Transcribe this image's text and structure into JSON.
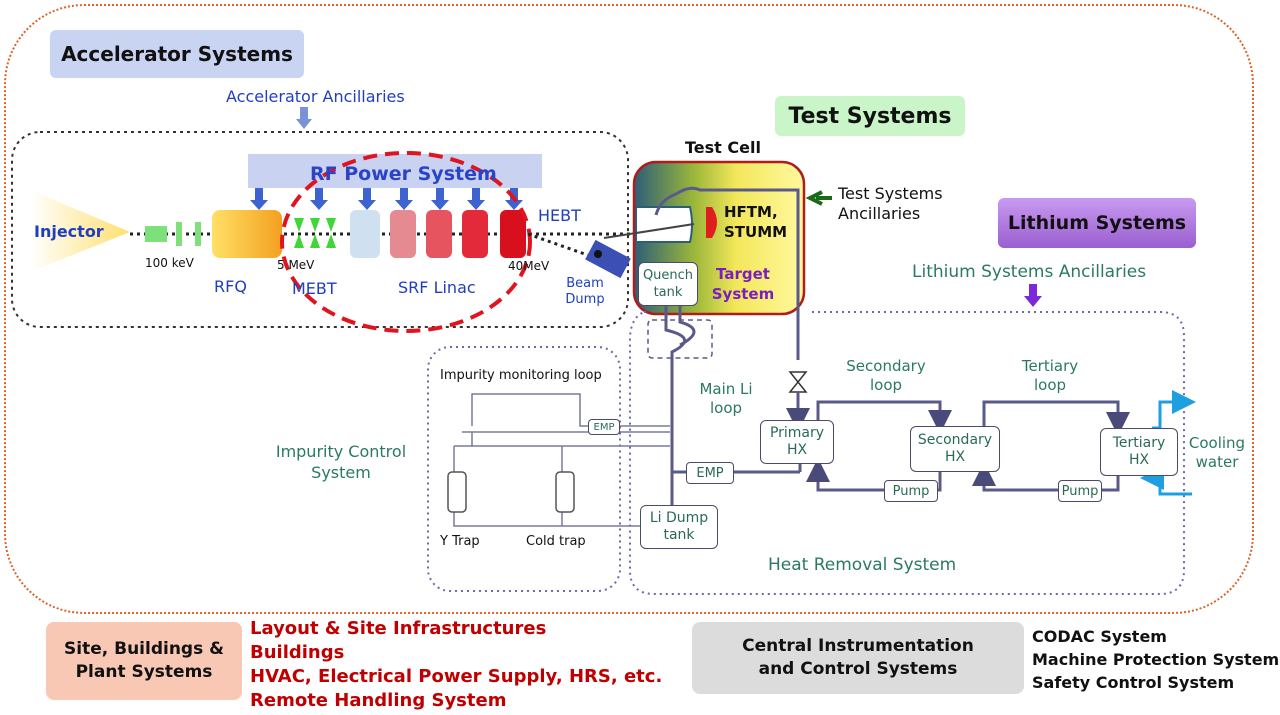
{
  "accelerator": {
    "title": "Accelerator Systems",
    "ancillaries": "Accelerator Ancillaries",
    "rf_power": "RF Power System",
    "injector": "Injector",
    "energy_100kev": "100 keV",
    "energy_5mev": "5 MeV",
    "energy_40mev": "40MeV",
    "rfq": "RFQ",
    "mebt": "MEBT",
    "srf_linac": "SRF Linac",
    "hebt": "HEBT",
    "beam_dump": "Beam Dump"
  },
  "test": {
    "title": "Test Systems",
    "test_cell": "Test Cell",
    "hftm": "HFTM, STUMM",
    "target": "Target System",
    "quench": "Quench tank",
    "ancillaries": "Test Systems Ancillaries"
  },
  "lithium": {
    "title": "Lithium Systems",
    "ancillaries": "Lithium Systems Ancillaries",
    "secondary_loop": "Secondary loop",
    "tertiary_loop": "Tertiary loop",
    "main_li_loop": "Main Li loop",
    "primary_hx": "Primary HX",
    "secondary_hx": "Secondary HX",
    "tertiary_hx": "Tertiary HX",
    "cooling_water": "Cooling water",
    "emp": "EMP",
    "pump1": "Pump",
    "pump2": "Pump",
    "li_dump": "Li Dump tank",
    "heat_removal": "Heat Removal System"
  },
  "impurity": {
    "title": "Impurity Control System",
    "monitoring": "Impurity monitoring loop",
    "emp": "EMP",
    "y_trap": "Y Trap",
    "cold_trap": "Cold trap"
  },
  "site": {
    "title": "Site, Buildings & Plant Systems",
    "items": [
      "Layout & Site Infrastructures",
      "Buildings",
      "HVAC, Electrical Power Supply, HRS, etc.",
      "Remote Handling System"
    ]
  },
  "cics": {
    "title": "Central Instrumentation and Control Systems",
    "items": [
      "CODAC System",
      "Machine Protection System",
      "Safety Control System"
    ]
  },
  "colors": {
    "outer_border": "#d9642a",
    "accel_title_bg": "#c9d3f2",
    "test_title_bg": "#c9f5c9",
    "lithium_title_bg": "#b27ee0",
    "site_bg": "#f8c8b4",
    "cics_bg": "#dcdcdc",
    "pipe": "#5a5a8a",
    "rf_bg": "#c9d2f0"
  }
}
